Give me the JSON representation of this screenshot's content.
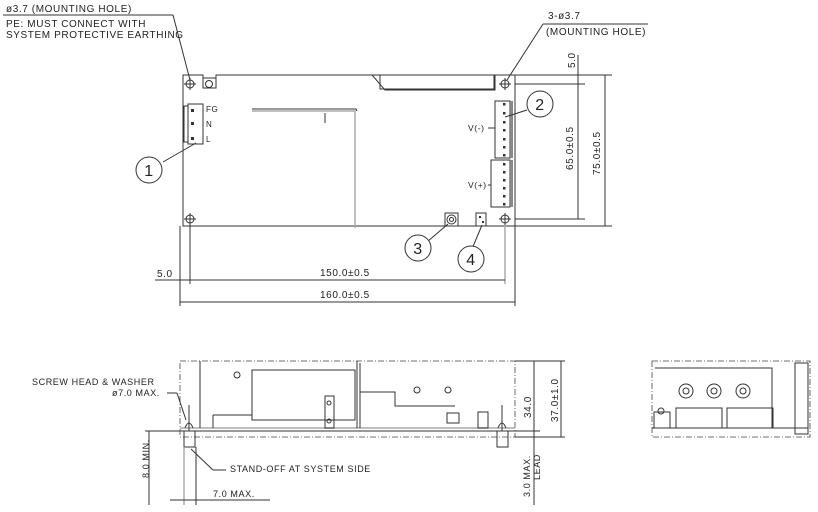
{
  "notes": {
    "pe_hole": "ø3.7 (MOUNTING HOLE)",
    "pe_line1": "PE: MUST CONNECT WITH",
    "pe_line2": "SYSTEM PROTECTIVE EARTHING",
    "mounting_holes_count": "3-ø3.7",
    "mounting_holes_label": "(MOUNTING HOLE)",
    "screw_head_line1": "SCREW HEAD & WASHER",
    "screw_head_line2": "ø7.0 MAX.",
    "standoff": "STAND-OFF AT SYSTEM SIDE"
  },
  "connectors": {
    "fg": "FG",
    "n": "N",
    "l": "L",
    "v_minus": "V(-)",
    "v_plus": "V(+)"
  },
  "callouts": [
    "1",
    "2",
    "3",
    "4"
  ],
  "dimensions": {
    "top_offset": "5.0",
    "hole_pitch_v": "65.0±0.5",
    "overall_height": "75.0±0.5",
    "left_offset": "5.0",
    "hole_pitch_h": "150.0±0.5",
    "overall_length": "160.0±0.5",
    "component_height": "34.0",
    "overall_thickness": "37.0±1.0",
    "lead_max_value": "3.0 MAX.",
    "lead_label": "LEAD",
    "standoff_min": "8.0 MIN.",
    "washer_max": "7.0 MAX."
  }
}
